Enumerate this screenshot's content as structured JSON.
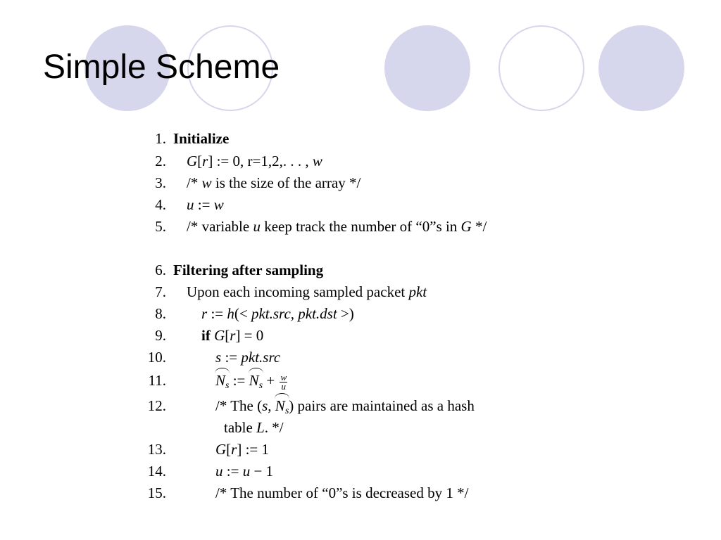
{
  "slide": {
    "title": "Simple Scheme"
  },
  "theme": {
    "circle_fill": "#d6d6ec",
    "circle_outline": "#d6d6ec"
  },
  "algorithm": {
    "lines": [
      {
        "num": "1.",
        "parts": [
          {
            "t": "Initialize",
            "s": "b"
          }
        ]
      },
      {
        "num": "2.",
        "parts": [
          {
            "t": "G",
            "s": "i"
          },
          {
            "t": "[",
            "s": ""
          },
          {
            "t": "r",
            "s": "i"
          },
          {
            "t": "] := 0, r=1,2,. . . , ",
            "s": ""
          },
          {
            "t": "w",
            "s": "i"
          }
        ]
      },
      {
        "num": "3.",
        "parts": [
          {
            "t": "/* ",
            "s": ""
          },
          {
            "t": "w",
            "s": "i"
          },
          {
            "t": " is the size of the array */",
            "s": ""
          }
        ]
      },
      {
        "num": "4.",
        "parts": [
          {
            "t": "u",
            "s": "i"
          },
          {
            "t": " := ",
            "s": ""
          },
          {
            "t": "w",
            "s": "i"
          }
        ]
      },
      {
        "num": "5.",
        "parts": [
          {
            "t": "/* variable ",
            "s": ""
          },
          {
            "t": "u",
            "s": "i"
          },
          {
            "t": " keep track the number of “0”s in ",
            "s": ""
          },
          {
            "t": "G",
            "s": "i"
          },
          {
            "t": " */",
            "s": ""
          }
        ]
      },
      {
        "num": "6.",
        "parts": [
          {
            "t": "Filtering after sampling",
            "s": "b"
          }
        ]
      },
      {
        "num": "7.",
        "parts": [
          {
            "t": "Upon each incoming sampled packet ",
            "s": ""
          },
          {
            "t": "pkt",
            "s": "i"
          }
        ]
      },
      {
        "num": "8.",
        "parts": [
          {
            "t": "r",
            "s": "i"
          },
          {
            "t": " := ",
            "s": ""
          },
          {
            "t": "h",
            "s": "i"
          },
          {
            "t": "(< ",
            "s": ""
          },
          {
            "t": "pkt.src, pkt.dst",
            "s": "i"
          },
          {
            "t": " >)",
            "s": ""
          }
        ]
      },
      {
        "num": "9.",
        "parts": [
          {
            "t": "if ",
            "s": "b"
          },
          {
            "t": "G",
            "s": "i"
          },
          {
            "t": "[",
            "s": ""
          },
          {
            "t": "r",
            "s": "i"
          },
          {
            "t": "] = 0",
            "s": ""
          }
        ]
      },
      {
        "num": "10.",
        "parts": [
          {
            "t": "s",
            "s": "i"
          },
          {
            "t": " := ",
            "s": ""
          },
          {
            "t": "pkt.src",
            "s": "i"
          }
        ]
      },
      {
        "num": "11.",
        "parts": [
          {
            "t": "N",
            "s": "hat",
            "sub": "s"
          },
          {
            "t": " := ",
            "s": ""
          },
          {
            "t": "N",
            "s": "hat",
            "sub": "s"
          },
          {
            "t": " + ",
            "s": ""
          },
          {
            "t": "",
            "s": "frac",
            "top": "w",
            "bot": "u"
          }
        ]
      },
      {
        "num": "12.",
        "parts": [
          {
            "t": "/* The (",
            "s": ""
          },
          {
            "t": "s",
            "s": "i"
          },
          {
            "t": ", ",
            "s": ""
          },
          {
            "t": "N",
            "s": "hat",
            "sub": "s"
          },
          {
            "t": ") pairs are maintained as a hash",
            "s": ""
          }
        ]
      },
      {
        "num": "",
        "parts": [
          {
            "t": "table ",
            "s": ""
          },
          {
            "t": "L",
            "s": "i"
          },
          {
            "t": ". */",
            "s": ""
          }
        ]
      },
      {
        "num": "13.",
        "parts": [
          {
            "t": "G",
            "s": "i"
          },
          {
            "t": "[",
            "s": ""
          },
          {
            "t": "r",
            "s": "i"
          },
          {
            "t": "] := 1",
            "s": ""
          }
        ]
      },
      {
        "num": "14.",
        "parts": [
          {
            "t": "u",
            "s": "i"
          },
          {
            "t": " := ",
            "s": ""
          },
          {
            "t": "u",
            "s": "i"
          },
          {
            "t": " − 1",
            "s": ""
          }
        ]
      },
      {
        "num": "15.",
        "parts": [
          {
            "t": "/* The number of “0”s is decreased by 1 */",
            "s": ""
          }
        ]
      }
    ]
  }
}
